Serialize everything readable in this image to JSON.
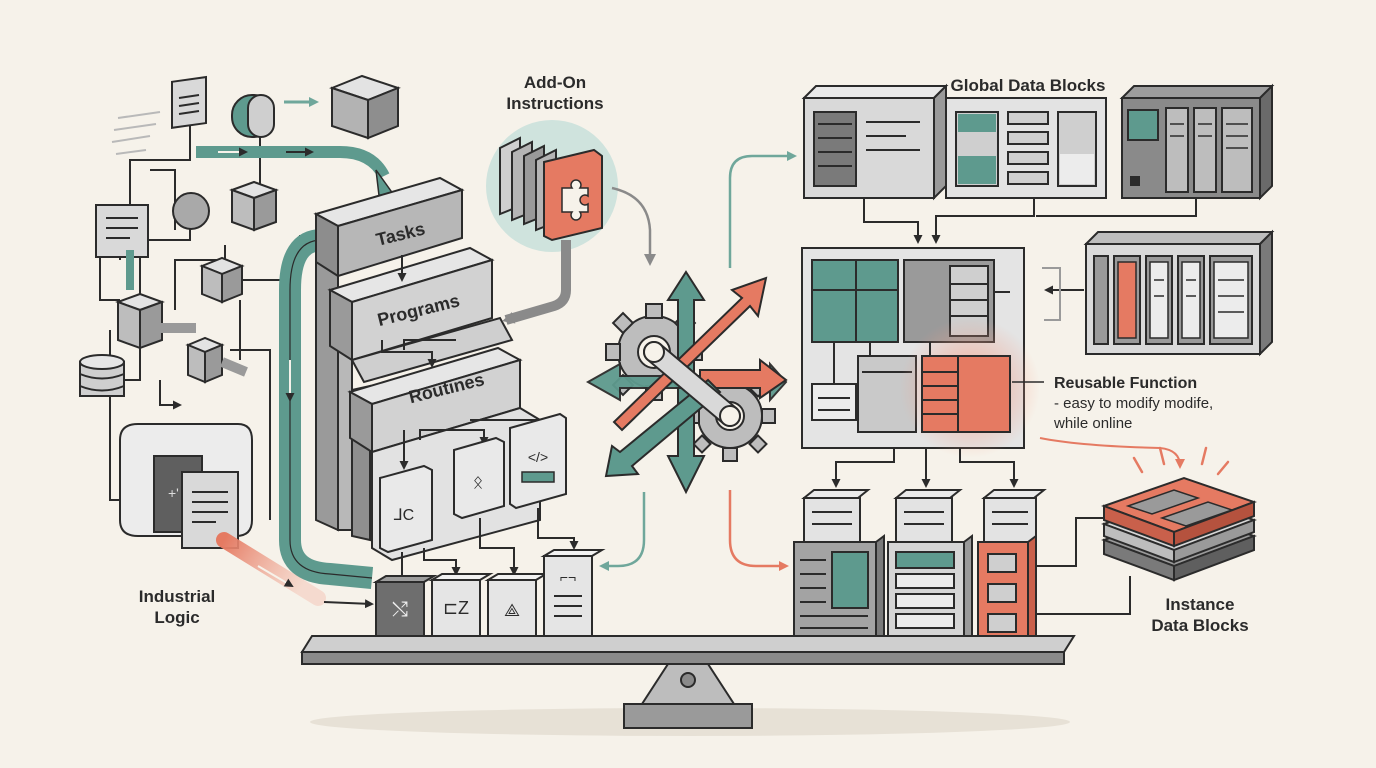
{
  "labels": {
    "add_on_instructions": [
      "Add-On",
      "Instructions"
    ],
    "global_data_blocks": "Global Data Blocks",
    "industrial_logic": [
      "Industrial",
      "Logic"
    ],
    "instance_data_blocks": [
      "Instance",
      "Data Blocks"
    ],
    "reusable_function": {
      "title": "Reusable Function",
      "line1": "- easy to modify modife,",
      "line2": "while online"
    }
  },
  "hierarchy": {
    "tasks": "Tasks",
    "programs": "Programs",
    "routines": "Routines"
  },
  "colors": {
    "background": "#f6f2ea",
    "teal": "#5e9a8e",
    "coral": "#e57a62",
    "gray_dark": "#7d7d7d",
    "gray_mid": "#a9a9a9",
    "gray_light": "#d6d6d6",
    "outline": "#2b2b2b"
  },
  "icons": [
    "gear-icon",
    "cube-icon",
    "document-icon",
    "database-icon",
    "code-icon",
    "shuffle-icon",
    "puzzle-icon"
  ]
}
